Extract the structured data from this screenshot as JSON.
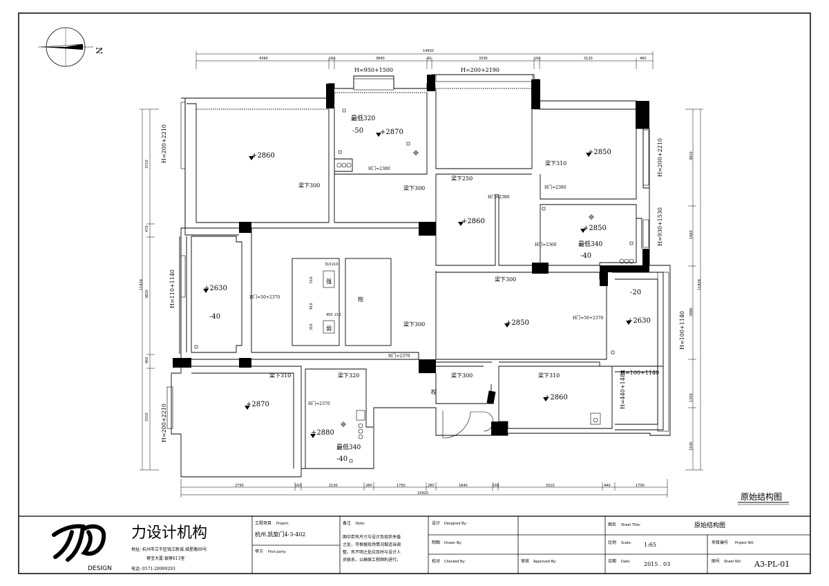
{
  "drawing": {
    "title": "原始结构图",
    "compass_label": "N",
    "overall_dims": {
      "top_total": "14930",
      "bottom_total": "15920",
      "left_total": "11828",
      "right_total": "11828"
    },
    "top_dims": [
      "4390",
      "160",
      "3840",
      "60",
      "3330",
      "160",
      "3120",
      "460"
    ],
    "bottom_dims": [
      "2750",
      "160",
      "2130",
      "280",
      "1750",
      "280",
      "1840",
      "160",
      "3310",
      "440",
      "1700"
    ],
    "left_dims": [
      "3710",
      "470",
      "3820",
      "460",
      "3310"
    ],
    "right_dims": [
      "3810",
      "1960",
      "2880",
      "1350",
      "1540"
    ],
    "window_labels": [
      {
        "id": "w-top-1",
        "text": "H=950+1500"
      },
      {
        "id": "w-top-2",
        "text": "H=200+2190"
      },
      {
        "id": "w-left-1",
        "text": "H=200+2210"
      },
      {
        "id": "w-left-2",
        "text": "H=110+1140"
      },
      {
        "id": "w-left-3",
        "text": "H=200+2210"
      },
      {
        "id": "w-right-1",
        "text": "H=200+2210"
      },
      {
        "id": "w-right-2",
        "text": "H=930+1530"
      },
      {
        "id": "w-right-3",
        "text": "H=100+1140"
      },
      {
        "id": "w-right-4",
        "text": "H=440+1480"
      },
      {
        "id": "w-right-5",
        "text": "H=100+1140"
      }
    ],
    "room_labels": [
      {
        "id": "elev-1",
        "text": "+2860"
      },
      {
        "id": "elev-2",
        "text": "+2870"
      },
      {
        "id": "elev-3",
        "text": "最低320"
      },
      {
        "id": "elev-4",
        "text": "-50"
      },
      {
        "id": "elev-5",
        "text": "+2850"
      },
      {
        "id": "elev-6",
        "text": "+2860"
      },
      {
        "id": "elev-7",
        "text": "+2850"
      },
      {
        "id": "elev-8",
        "text": "最低340"
      },
      {
        "id": "elev-9",
        "text": "-40"
      },
      {
        "id": "elev-10",
        "text": "+2630"
      },
      {
        "id": "elev-11",
        "text": "-40"
      },
      {
        "id": "elev-12",
        "text": "+2850"
      },
      {
        "id": "elev-13",
        "text": "+2630"
      },
      {
        "id": "elev-14",
        "text": "-20"
      },
      {
        "id": "elev-15",
        "text": "+2870"
      },
      {
        "id": "elev-16",
        "text": "+2880"
      },
      {
        "id": "elev-17",
        "text": "最低340"
      },
      {
        "id": "elev-18",
        "text": "-40"
      },
      {
        "id": "elev-19",
        "text": "+2860"
      }
    ],
    "beam_labels": [
      {
        "id": "beam-1",
        "text": "梁下300"
      },
      {
        "id": "beam-2",
        "text": "梁下300"
      },
      {
        "id": "beam-3",
        "text": "梁下250"
      },
      {
        "id": "beam-4",
        "text": "梁下310"
      },
      {
        "id": "beam-5",
        "text": "梁下300"
      },
      {
        "id": "beam-6",
        "text": "梁下300"
      },
      {
        "id": "beam-7",
        "text": "梁下310"
      },
      {
        "id": "beam-8",
        "text": "梁下320"
      },
      {
        "id": "beam-9",
        "text": "梁下300"
      },
      {
        "id": "beam-10",
        "text": "梁下310"
      }
    ],
    "door_labels": [
      {
        "id": "door-1",
        "text": "H门=2380"
      },
      {
        "id": "door-2",
        "text": "H门=2380"
      },
      {
        "id": "door-3",
        "text": "H门=2380"
      },
      {
        "id": "door-4",
        "text": "H门=2360"
      },
      {
        "id": "door-5",
        "text": "H门=50+2370"
      },
      {
        "id": "door-6",
        "text": "H门=2370"
      },
      {
        "id": "door-7",
        "text": "H门=50+2370"
      },
      {
        "id": "door-8",
        "text": "H门=2370"
      }
    ],
    "stair_labels": {
      "up": "强",
      "weak": "弱",
      "mark": "梲",
      "mark2": "梲",
      "dims": [
        "310",
        "210",
        "510",
        "910",
        "450",
        "210",
        "310"
      ]
    }
  },
  "title_block": {
    "company_name": "力设计机构",
    "logo_text": "DESIGN",
    "address_line1": "地址: 杭州市江干区钱江新城.城星路89号",
    "address_line2": "尊宝大厦.银尊813室",
    "phone": "电话: 0571-28999293",
    "project_label": "工程项目",
    "project_label_en": "Project:",
    "project_value": "杭州.凯旋门4-3-402",
    "party_label": "甲方",
    "party_label_en": "First party:",
    "note_label": "备注",
    "note_label_en": "Note:",
    "note_text": [
      "图中若有尺寸与设计及现状矛盾",
      "之处，可根据现场情况做适当调",
      "整，有不明之处应及时与设计人",
      "员联系，以确保工程顺利进行。"
    ],
    "design_label": "设计",
    "design_label_en": "Designed By:",
    "draw_label": "制图",
    "draw_label_en": "Drawn By:",
    "check_label": "校对",
    "check_label_en": "Checked By:",
    "approve_label": "审核",
    "approve_label_en": "Approved By:",
    "sheet_title_label": "图名",
    "sheet_title_label_en": "Sheet Title:",
    "sheet_title_value": "原始结构图",
    "scale_label": "比例",
    "scale_label_en": "Scale:",
    "scale_value": "1:65",
    "project_no_label": "项目编号",
    "project_no_label_en": "Project NO:",
    "date_label": "日期",
    "date_label_en": "Date:",
    "date_value": "2015 . 03",
    "sheet_no_label": "图号",
    "sheet_no_label_en": "Sheet NO:",
    "sheet_no_value": "A3-PL-01"
  }
}
